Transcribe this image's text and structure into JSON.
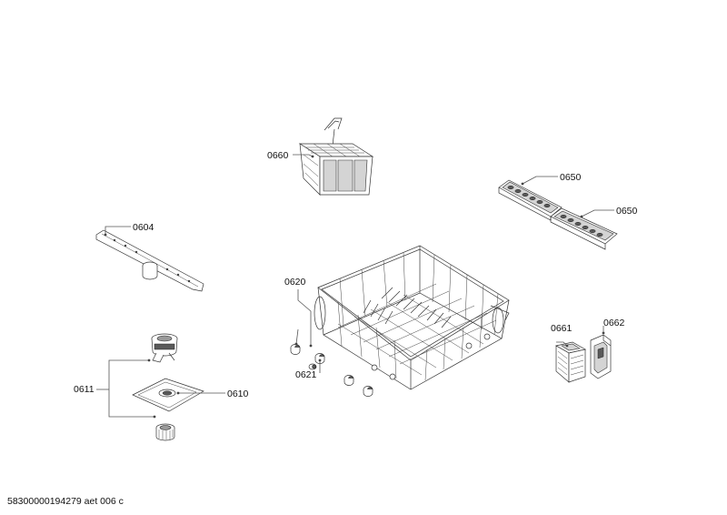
{
  "parts": [
    {
      "id": "0660"
    },
    {
      "id": "0650a",
      "label": "0650"
    },
    {
      "id": "0650b",
      "label": "0650"
    },
    {
      "id": "0604"
    },
    {
      "id": "0620"
    },
    {
      "id": "0621"
    },
    {
      "id": "0661"
    },
    {
      "id": "0662"
    },
    {
      "id": "0611"
    },
    {
      "id": "0610"
    }
  ],
  "labels": {
    "p0660": "0660",
    "p0650a": "0650",
    "p0650b": "0650",
    "p0604": "0604",
    "p0620": "0620",
    "p0621": "0621",
    "p0661": "0661",
    "p0662": "0662",
    "p0611": "0611",
    "p0610": "0610"
  },
  "footer": {
    "document_code": "58300000194279 aet 006 c"
  }
}
